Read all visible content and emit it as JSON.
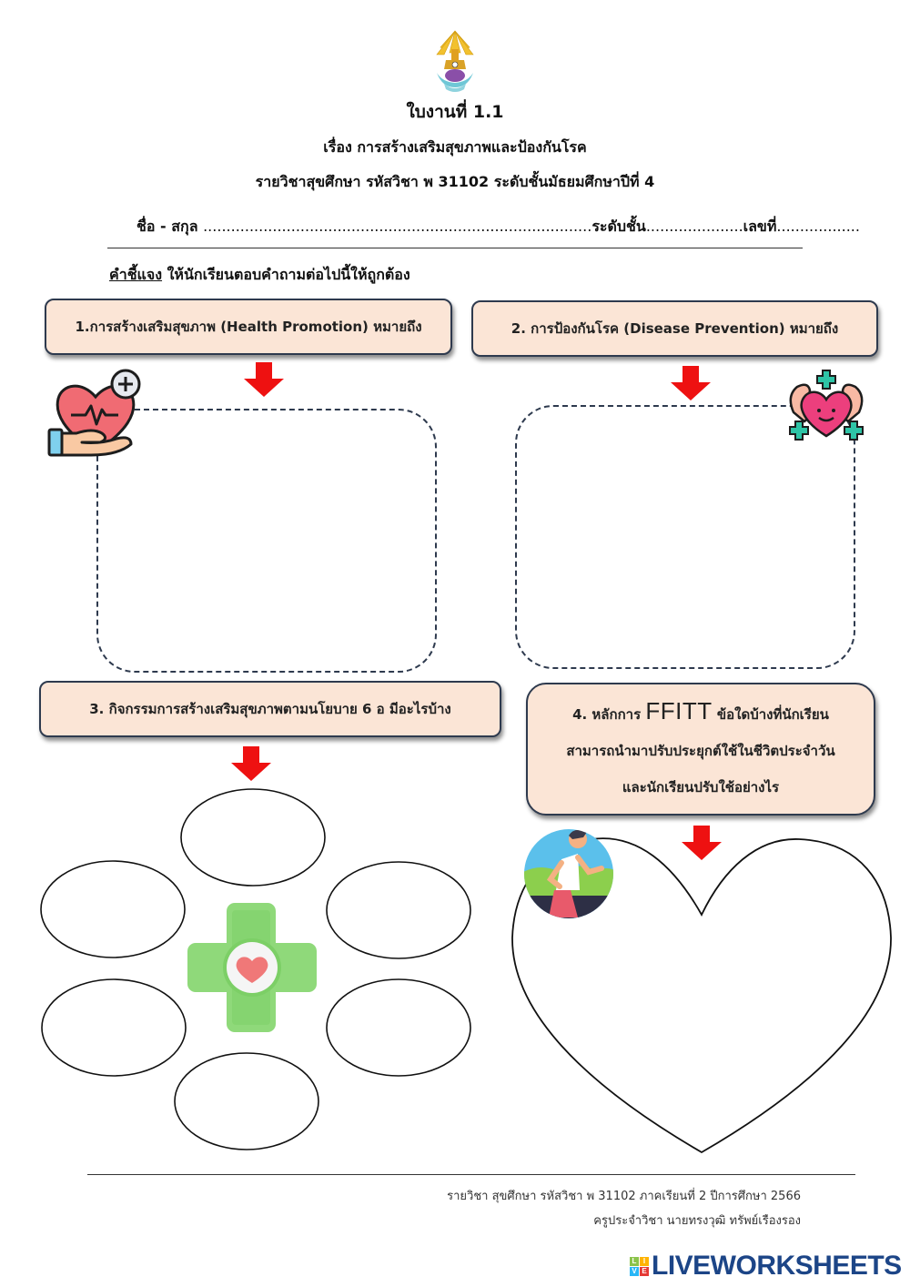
{
  "header": {
    "emblem": "school-emblem-icon",
    "title": "ใบงานที่ 1.1",
    "subject": "เรื่อง การสร้างเสริมสุขภาพและป้องกันโรค",
    "course": "รายวิชาสุขศึกษา รหัสวิชา พ 31102 ระดับชั้นมัธยมศึกษาปีที่ 4"
  },
  "student_info": {
    "name_label": "ชื่อ - สกุล",
    "name_blank": "....................................................................................",
    "class_label": "ระดับชั้น",
    "class_blank": ".....................",
    "number_label": "เลขที่",
    "number_blank": ".................."
  },
  "instruction": {
    "label": "คำชี้แจง",
    "text": " ให้นักเรียนตอบคำถามต่อไปนี้ให้ถูกต้อง"
  },
  "questions": [
    {
      "number": 1,
      "text": "1.การสร้างเสริมสุขภาพ (Health Promotion) หมายถึง",
      "icon": "heart-in-hand-icon",
      "answer": ""
    },
    {
      "number": 2,
      "text": "2. การป้องกันโรค (Disease Prevention) หมายถึง",
      "icon": "strong-heart-icon",
      "answer": ""
    },
    {
      "number": 3,
      "text": "3. กิจกรรมการสร้างเสริมสุขภาพตามนโยบาย 6 อ มีอะไรบ้าง",
      "icon": "medical-cross-heart-icon",
      "answers": [
        "",
        "",
        "",
        "",
        "",
        ""
      ]
    },
    {
      "number": 4,
      "line1_prefix": "4. หลักการ ",
      "line1_keyword": "FFITT",
      "line1_suffix": " ข้อใดบ้างที่นักเรียน",
      "line2": "สามารถนำมาปรับประยุกต์ใช้ในชีวิตประจำวัน",
      "line3": "และนักเรียนปรับใช้อย่างไร",
      "icon": "runner-icon",
      "answer": ""
    }
  ],
  "footer": {
    "line1": "รายวิชา สุขศึกษา รหัสวิชา พ 31102 ภาคเรียนที่ 2 ปีการศึกษา 2566",
    "line2": "ครูประจำวิชา นายทรงวุฒิ  ทรัพย์เรืองรอง"
  },
  "branding": {
    "logo_letters": [
      "L",
      "I",
      "V",
      "E"
    ],
    "logo_colors": [
      "#8bc34a",
      "#ffb300",
      "#29b6f6",
      "#e53935"
    ],
    "text": "LIVEWORKSHEETS"
  },
  "colors": {
    "question_box_fill": "#fbe5d6",
    "arrow": "#ee1111",
    "brand": "#1c4587"
  }
}
